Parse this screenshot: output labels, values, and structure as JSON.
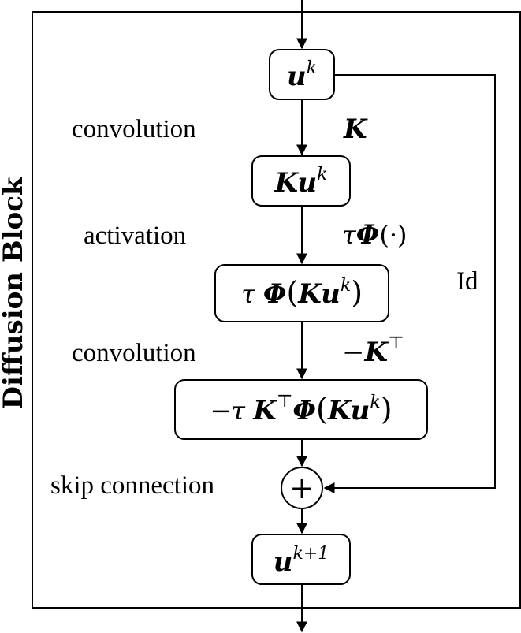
{
  "block_title": "Diffusion Block",
  "side_labels": {
    "conv1": "convolution",
    "activation": "activation",
    "conv2": "convolution",
    "skip": "skip connection"
  },
  "edge_labels": {
    "K": "K",
    "tau": "τ",
    "Phi": "Φ",
    "dot": "(·)",
    "minus": "−",
    "Kbold": "K",
    "top": "⊤",
    "id": "Id"
  },
  "nodes": {
    "uk": {
      "base": "u",
      "sup": "k"
    },
    "Kuk": {
      "K": "K",
      "u": "u",
      "sup": "k"
    },
    "act": {
      "tau": "τ",
      "Phi": "Φ",
      "open": "(",
      "K": "K",
      "u": "u",
      "sup": "k",
      "close": ")"
    },
    "conv": {
      "minus": "−τ",
      "K": "K",
      "top": "⊤",
      "Phi": "Φ",
      "open": "(",
      "K2": "K",
      "u": "u",
      "sup": "k",
      "close": ")"
    },
    "plus": "+",
    "uk1": {
      "base": "u",
      "sup": "k+1"
    }
  }
}
